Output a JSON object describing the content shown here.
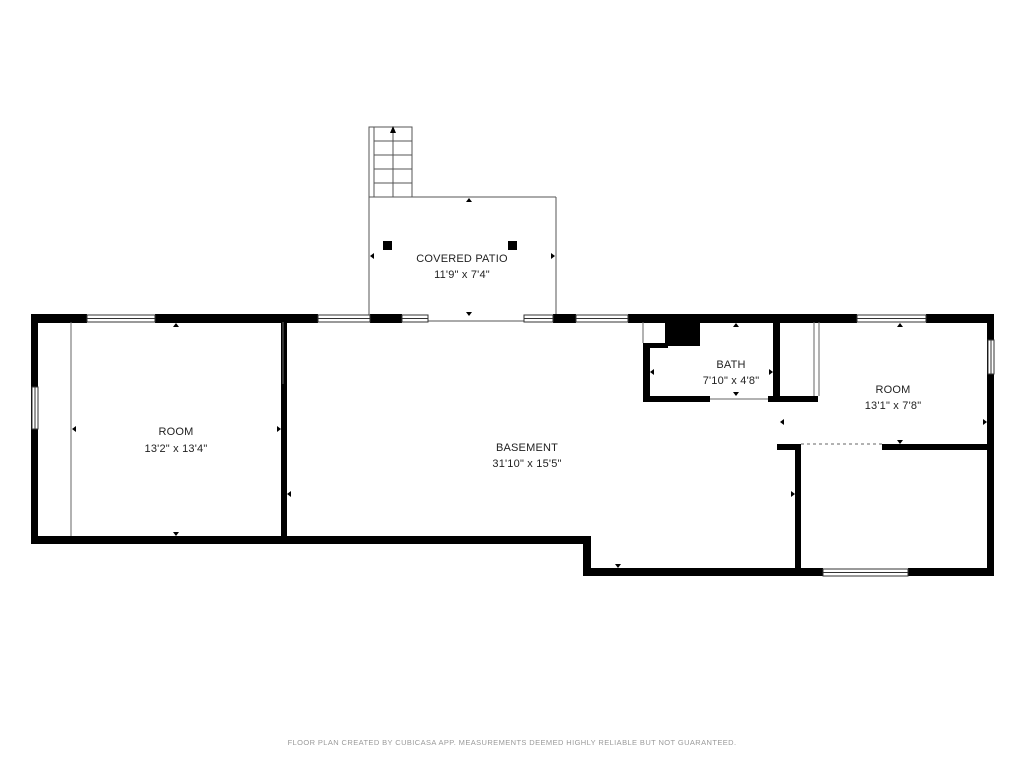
{
  "rooms": {
    "covered_patio": {
      "name": "COVERED PATIO",
      "dims": "11'9\" x 7'4\""
    },
    "room_left": {
      "name": "ROOM",
      "dims": "13'2\" x 13'4\""
    },
    "basement": {
      "name": "BASEMENT",
      "dims": "31'10\" x 15'5\""
    },
    "bath": {
      "name": "BATH",
      "dims": "7'10\" x 4'8\""
    },
    "room_right": {
      "name": "ROOM",
      "dims": "13'1\" x 7'8\""
    }
  },
  "footer": {
    "text": "FLOOR PLAN CREATED BY CUBICASA APP. MEASUREMENTS DEEMED HIGHLY RELIABLE BUT NOT GUARANTEED."
  },
  "colors": {
    "wall": "#000000",
    "thin_line": "#555555",
    "background": "#ffffff",
    "footer_text": "#9a9a9a"
  }
}
